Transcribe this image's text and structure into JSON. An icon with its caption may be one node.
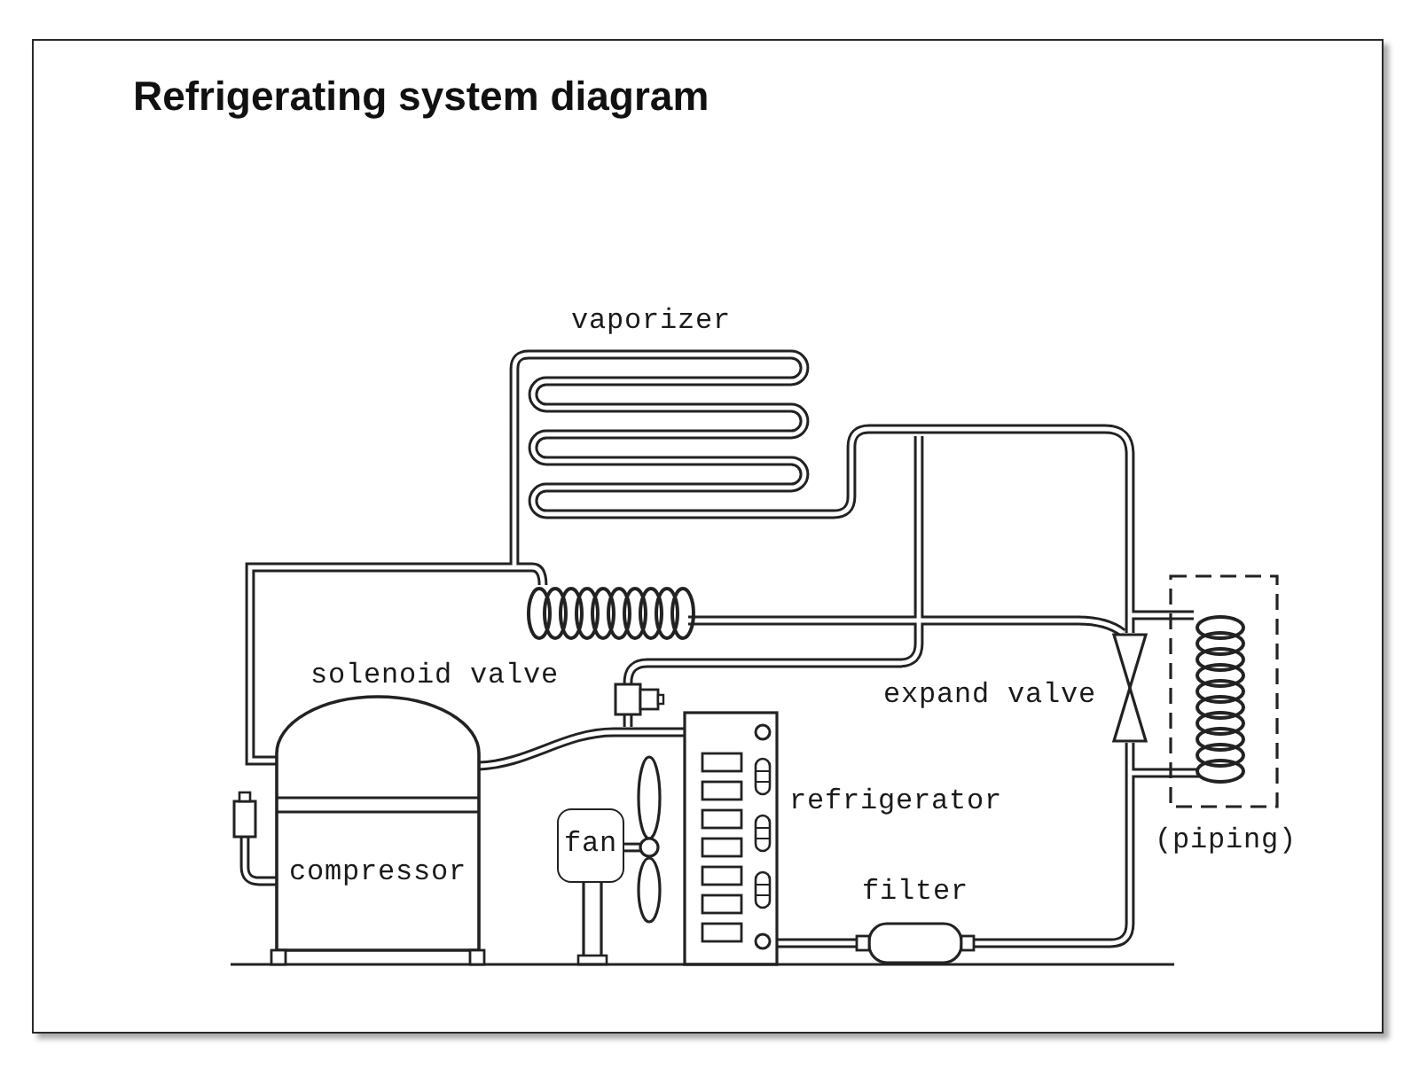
{
  "diagram": {
    "title": "Refrigerating system diagram",
    "nodes": [
      {
        "text": [
          "compressor"
        ]
      },
      {
        "text": [
          "fan"
        ]
      }
    ],
    "labels": [
      "vaporizer",
      "solenoid valve",
      "expand valve",
      "refrigerator",
      "(piping)",
      "filter"
    ]
  }
}
